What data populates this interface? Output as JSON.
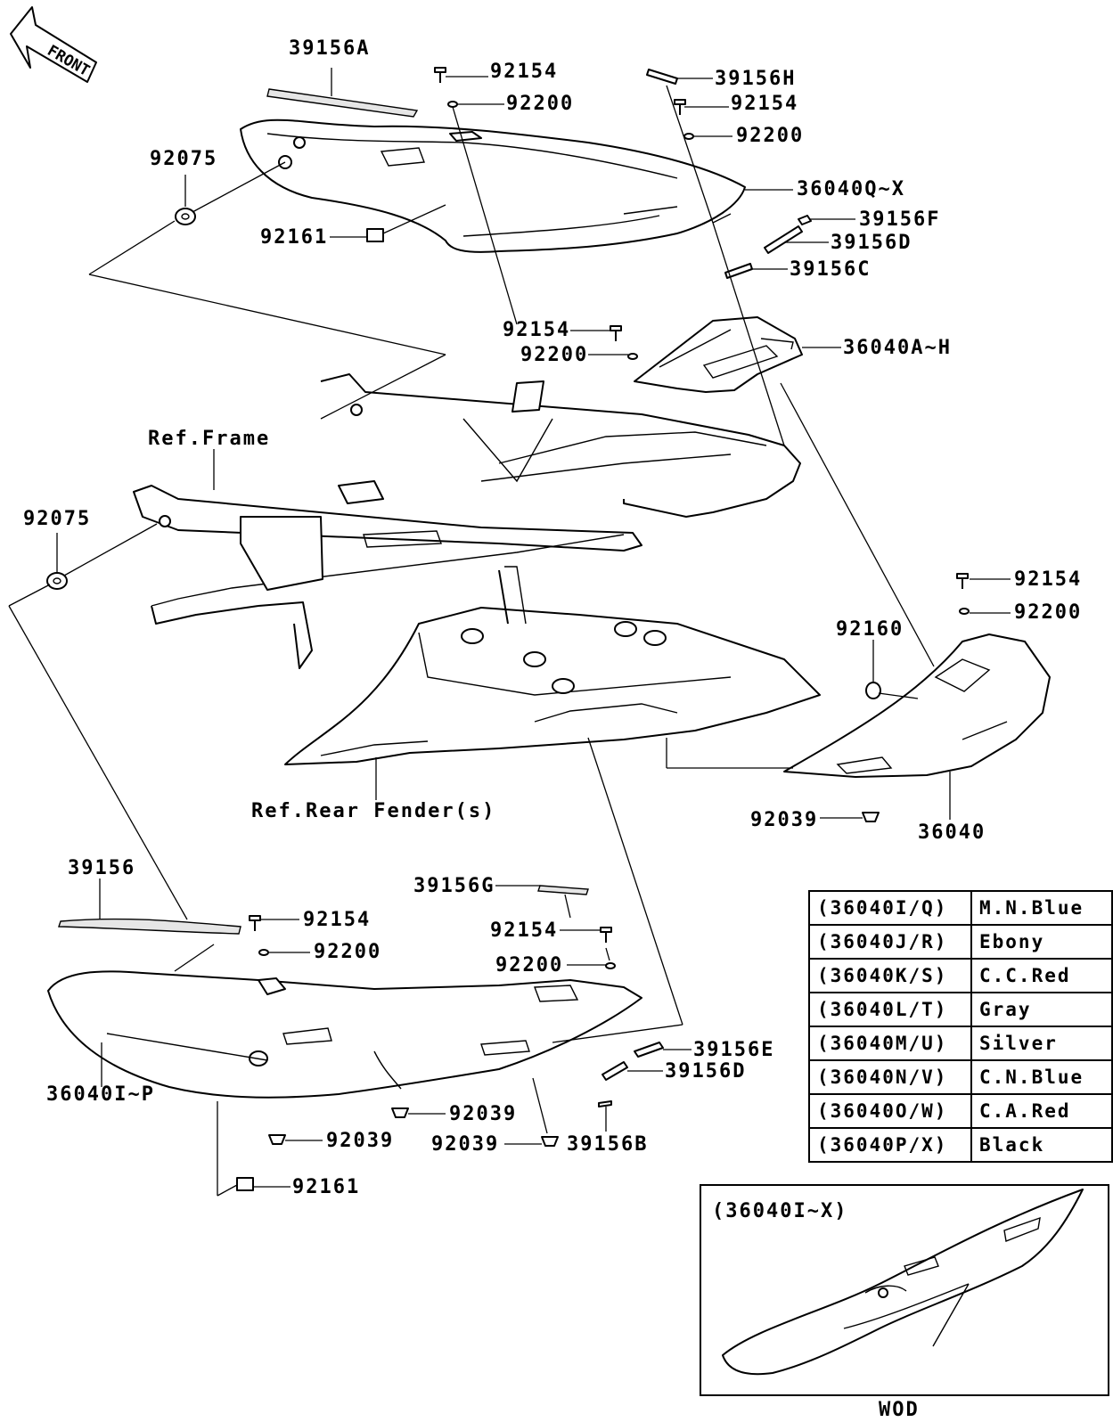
{
  "front_arrow": "FRONT",
  "labels": {
    "l_39156A": "39156A",
    "l_92154_a": "92154",
    "l_92200_a": "92200",
    "l_39156H": "39156H",
    "l_92154_b": "92154",
    "l_92200_b": "92200",
    "l_36040QX": "36040Q~X",
    "l_39156F": "39156F",
    "l_39156D_a": "39156D",
    "l_39156C": "39156C",
    "l_92075_a": "92075",
    "l_92161_a": "92161",
    "l_92154_c": "92154",
    "l_92200_c": "92200",
    "l_36040AH": "36040A~H",
    "l_ref_frame": "Ref.Frame",
    "l_92075_b": "92075",
    "l_92154_d": "92154",
    "l_92200_d": "92200",
    "l_92160": "92160",
    "l_ref_fender": "Ref.Rear Fender(s)",
    "l_92039_a": "92039",
    "l_36040": "36040",
    "l_39156": "39156",
    "l_39156G": "39156G",
    "l_92154_e": "92154",
    "l_92154_f": "92154",
    "l_92200_e": "92200",
    "l_92200_f": "92200",
    "l_39156E": "39156E",
    "l_39156D_b": "39156D",
    "l_36040IP": "36040I~P",
    "l_92039_b": "92039",
    "l_92039_c": "92039",
    "l_92039_d": "92039",
    "l_39156B": "39156B",
    "l_92161_b": "92161"
  },
  "color_table": [
    {
      "code": "(36040I/Q)",
      "color": "M.N.Blue"
    },
    {
      "code": "(36040J/R)",
      "color": "Ebony"
    },
    {
      "code": "(36040K/S)",
      "color": "C.C.Red"
    },
    {
      "code": "(36040L/T)",
      "color": "Gray"
    },
    {
      "code": "(36040M/U)",
      "color": "Silver"
    },
    {
      "code": "(36040N/V)",
      "color": "C.N.Blue"
    },
    {
      "code": "(36040O/W)",
      "color": "C.A.Red"
    },
    {
      "code": "(36040P/X)",
      "color": "Black"
    }
  ],
  "inset": {
    "title": "(36040I~X)",
    "caption": "WOD"
  }
}
